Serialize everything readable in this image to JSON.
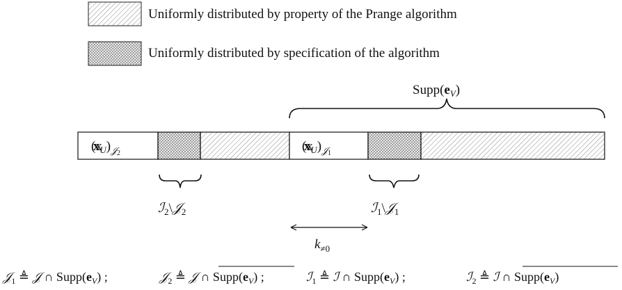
{
  "legend": [
    {
      "id": "diag",
      "label": "Uniformly distributed by property of the Prange algorithm"
    },
    {
      "id": "cross",
      "label": "Uniformly distributed by specification of the algorithm"
    }
  ],
  "bar": {
    "seg1_label": "(x",
    "seg1_sub_U": "U",
    "seg1_sub_J": "2",
    "seg4_label": "(x",
    "seg4_sub_U": "U",
    "seg4_sub_J": "1"
  },
  "brace_top_label": {
    "main": "Supp(",
    "e": "e",
    "sub": "V",
    "close": ")"
  },
  "brace_left_label": {
    "I": "I",
    "Isub": "2",
    "sep": "\\",
    "J": "J",
    "Jsub": "2"
  },
  "brace_right_label": {
    "I": "I",
    "Isub": "1",
    "sep": "\\",
    "J": "J",
    "Jsub": "1"
  },
  "arrow_label": {
    "k": "k",
    "sub": "≠0"
  },
  "definitions": {
    "d1": "𝒥₁ ≜ 𝒥 ∩ Supp(e_V)",
    "sep1": " ; ",
    "d2": "𝒥₂ ≜ 𝒥 ∩ Supp(e_V)‾",
    "sep2": " ; ",
    "d3": "ℐ₁ ≜ ℐ ∩ Supp(e_V)",
    "sep3": " ; ",
    "d4": "ℐ₂ ≜ ℐ ∩ Supp(e_V)‾"
  }
}
